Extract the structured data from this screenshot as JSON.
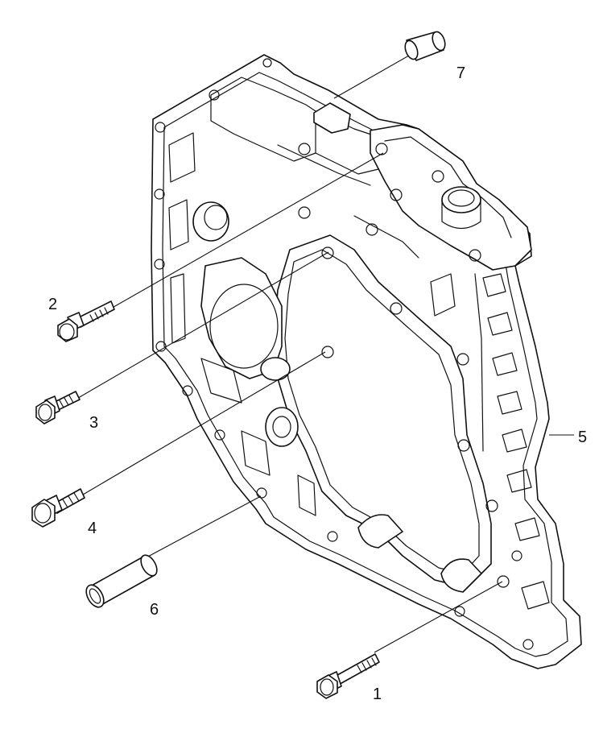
{
  "diagram": {
    "type": "exploded-parts-view",
    "callouts": [
      "1",
      "2",
      "3",
      "4",
      "5",
      "6",
      "7"
    ]
  }
}
